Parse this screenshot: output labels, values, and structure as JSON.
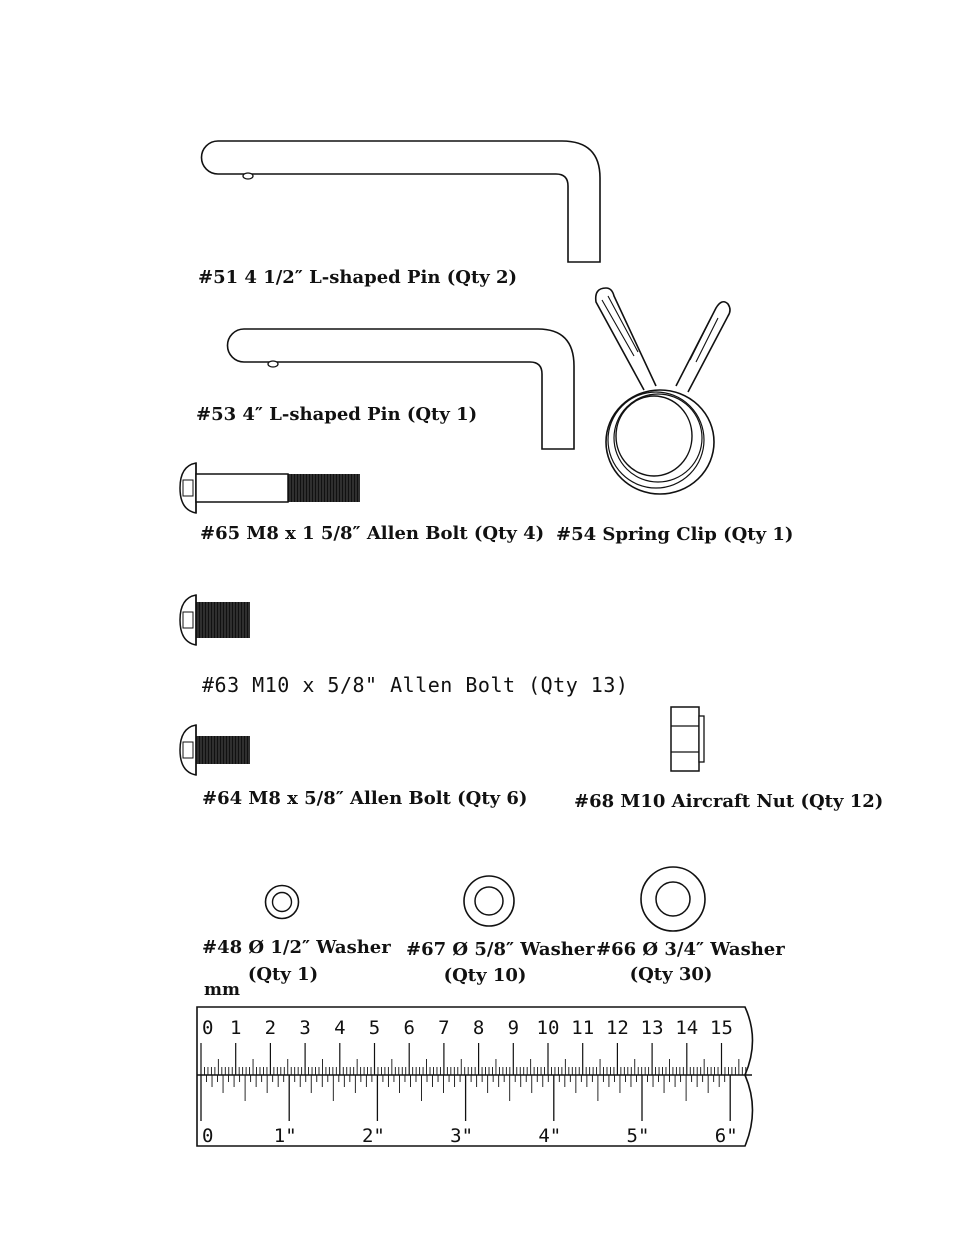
{
  "parts": [
    {
      "id": "51",
      "label": "#51 4 1/2″ L-shaped Pin (Qty 2)",
      "icon": "l-shaped-pin-icon"
    },
    {
      "id": "53",
      "label": "#53 4″ L-shaped Pin (Qty 1)",
      "icon": "l-shaped-pin-icon"
    },
    {
      "id": "54",
      "label": "#54 Spring Clip (Qty 1)",
      "icon": "spring-clip-icon"
    },
    {
      "id": "65",
      "label": "#65 M8 x 1 5/8″ Allen Bolt (Qty 4)",
      "icon": "allen-bolt-icon"
    },
    {
      "id": "63",
      "label": "#63 M10 x 5/8\" Allen Bolt (Qty 13)",
      "icon": "allen-bolt-icon"
    },
    {
      "id": "64",
      "label": "#64 M8 x 5/8″ Allen Bolt (Qty 6)",
      "icon": "allen-bolt-icon"
    },
    {
      "id": "68",
      "label": "#68 M10 Aircraft Nut (Qty 12)",
      "icon": "aircraft-nut-icon"
    },
    {
      "id": "48",
      "label": "#48 Ø 1/2″ Washer",
      "qty": "(Qty 1)",
      "icon": "washer-icon"
    },
    {
      "id": "67",
      "label": "#67 Ø 5/8″ Washer",
      "qty": "(Qty 10)",
      "icon": "washer-icon"
    },
    {
      "id": "66",
      "label": "#66 Ø 3/4″  Washer",
      "qty": "(Qty 30)",
      "icon": "washer-icon"
    }
  ],
  "ruler": {
    "unit_label": "mm",
    "cm_labels": [
      "0",
      "1",
      "2",
      "3",
      "4",
      "5",
      "6",
      "7",
      "8",
      "9",
      "10",
      "11",
      "12",
      "13",
      "14",
      "15"
    ],
    "inch_labels": [
      "0",
      "1\"",
      "2\"",
      "3\"",
      "4\"",
      "5\"",
      "6\""
    ]
  }
}
